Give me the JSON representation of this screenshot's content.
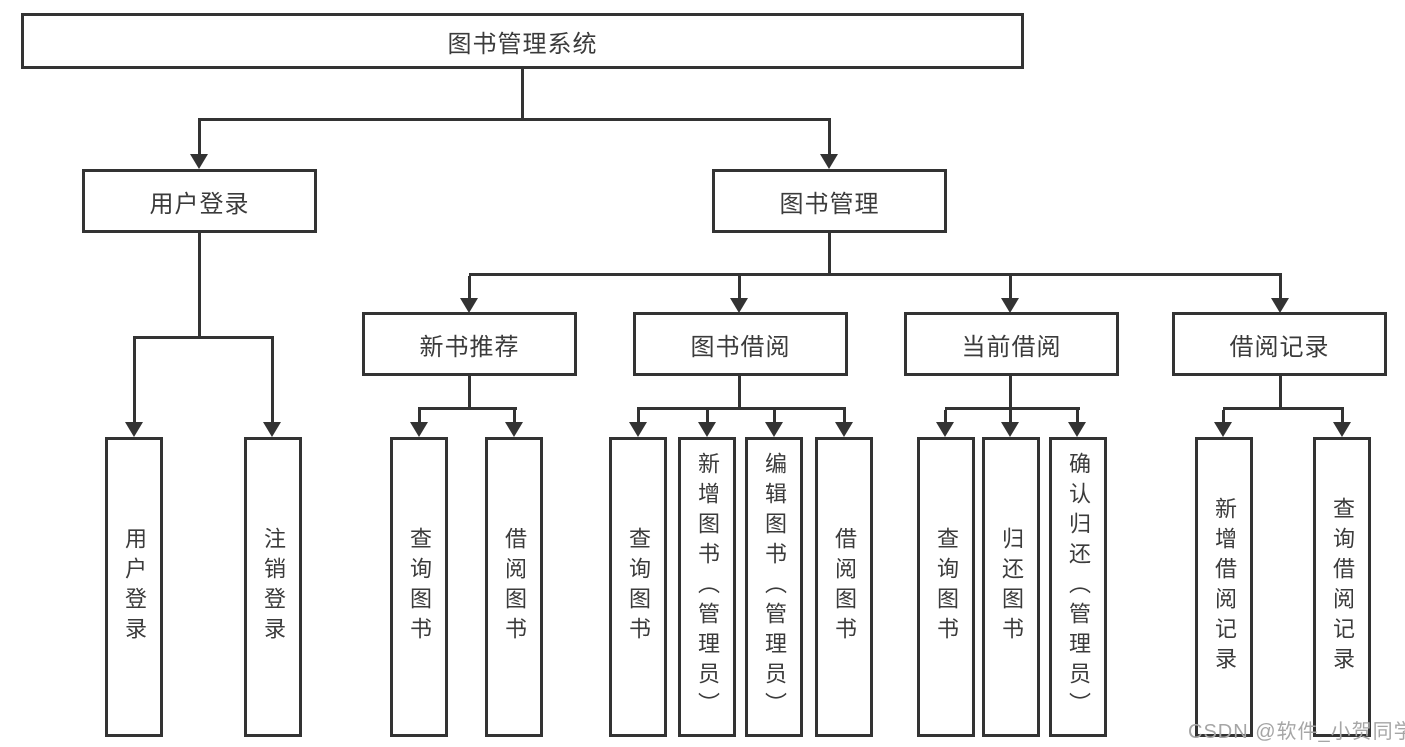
{
  "colors": {
    "line": "#333333",
    "box_fill": "#ffffff",
    "text": "#3b3b3b",
    "watermark": "#a6a6a6"
  },
  "watermark": {
    "text": "CSDN @软件_小贺同学"
  },
  "tree": {
    "root": {
      "label": "图书管理系统",
      "children": [
        {
          "label": "用户登录",
          "children": [
            {
              "label": "用户登录"
            },
            {
              "label": "注销登录"
            }
          ]
        },
        {
          "label": "图书管理",
          "children": [
            {
              "label": "新书推荐",
              "children": [
                {
                  "label": "查询图书"
                },
                {
                  "label": "借阅图书"
                }
              ]
            },
            {
              "label": "图书借阅",
              "children": [
                {
                  "label": "查询图书"
                },
                {
                  "label": "新增图书（管理员）"
                },
                {
                  "label": "编辑图书（管理员）"
                },
                {
                  "label": "借阅图书"
                }
              ]
            },
            {
              "label": "当前借阅",
              "children": [
                {
                  "label": "查询图书"
                },
                {
                  "label": "归还图书"
                },
                {
                  "label": "确认归还（管理员）"
                }
              ]
            },
            {
              "label": "借阅记录",
              "children": [
                {
                  "label": "新增借阅记录"
                },
                {
                  "label": "查询借阅记录"
                }
              ]
            }
          ]
        }
      ]
    }
  }
}
